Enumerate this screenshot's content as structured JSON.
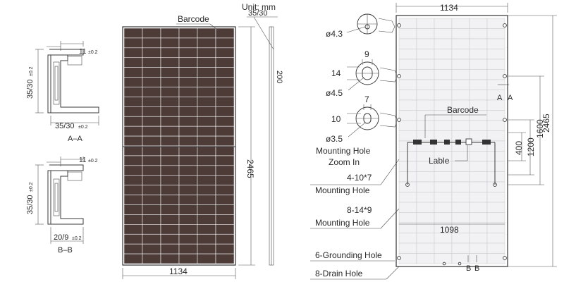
{
  "unit_label": "Unit: mm",
  "front": {
    "barcode_label": "Barcode",
    "frame_depth": "35/30",
    "side_edge_label": "200",
    "width": "1134",
    "height": "2465"
  },
  "section_a": {
    "top_dim": "11",
    "top_tol": "±0.2",
    "side_dim": "35/30",
    "side_tol": "±0.2",
    "bottom_dim": "35/30",
    "bottom_tol": "±0.2",
    "label": "A–A"
  },
  "section_b": {
    "top_dim": "11",
    "top_tol": "±0.2",
    "side_dim": "35/30",
    "side_tol": "±0.2",
    "bottom_dim": "20/9",
    "bottom_tol": "±0.2",
    "label": "B–B"
  },
  "zoom": {
    "hole1_dim": "ø4.3",
    "hole2_w": "9",
    "hole2_h": "14",
    "hole2_dim": "ø4.5",
    "hole3_w": "7",
    "hole3_h": "10",
    "hole3_dim": "ø3.5",
    "caption_line1": "Mounting Hole",
    "caption_line2": "Zoom In"
  },
  "back": {
    "width": "1134",
    "height": "2465",
    "barcode_label": "Barcode",
    "label_tag": "Lable",
    "mount_spacing_1": "1600",
    "mount_spacing_2": "1200",
    "mount_spacing_3": "400",
    "inner_width": "1098",
    "section_a_mark": "A",
    "section_a_mark2": "A",
    "section_b_mark": "B",
    "section_b_mark2": "B",
    "callouts": [
      {
        "count": "4-10*7",
        "text": "Mounting Hole"
      },
      {
        "count": "8-14*9",
        "text": "Mounting Hole"
      },
      {
        "text": "6-Grounding Hole"
      },
      {
        "text": "8-Drain Hole"
      }
    ]
  }
}
